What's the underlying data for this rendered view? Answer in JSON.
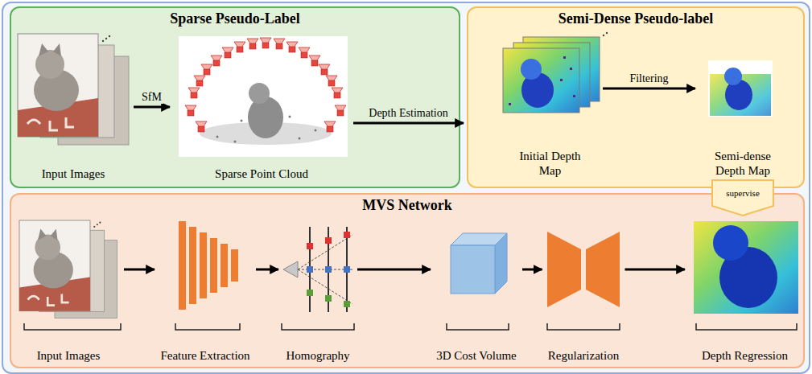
{
  "diagram": {
    "nodes": [
      {
        "text": [
          "Sparse Pseudo-Label"
        ]
      },
      {
        "text": [
          "Input Images"
        ],
        "in": 0
      },
      {
        "text": [
          "Sparse Point Cloud"
        ],
        "in": 0
      },
      {
        "text": [
          "Semi-Dense Pseudo-label"
        ]
      },
      {
        "text": [
          "Initial Depth Map"
        ],
        "in": 3
      },
      {
        "text": [
          "Semi-dense Depth Map"
        ],
        "in": 3
      },
      {
        "text": [
          "MVS Network"
        ]
      },
      {
        "text": [
          "Input Images"
        ],
        "in": 6
      },
      {
        "text": [
          "Feature Extraction"
        ],
        "in": 6
      },
      {
        "text": [
          "Homography"
        ],
        "in": 6
      },
      {
        "text": [
          "3D Cost Volume"
        ],
        "in": 6
      },
      {
        "text": [
          "Regularization"
        ],
        "in": 6
      },
      {
        "text": [
          "Depth Regression"
        ],
        "in": 6
      }
    ],
    "edges": [
      {
        "from": 1,
        "to": 2,
        "label": "SfM",
        "arrow": "to"
      },
      {
        "from": 2,
        "to": 3,
        "label": "Depth Estimation",
        "arrow": "to"
      },
      {
        "from": 4,
        "to": 5,
        "label": "Filtering",
        "arrow": "to"
      },
      {
        "from": 5,
        "to": 12,
        "label": "supervise",
        "arrow": "to"
      },
      {
        "from": 7,
        "to": 8,
        "arrow": "to"
      },
      {
        "from": 8,
        "to": 9,
        "arrow": "to"
      },
      {
        "from": 9,
        "to": 10,
        "arrow": "to"
      },
      {
        "from": 10,
        "to": 11,
        "arrow": "to"
      },
      {
        "from": 11,
        "to": 12,
        "arrow": "to"
      }
    ]
  }
}
